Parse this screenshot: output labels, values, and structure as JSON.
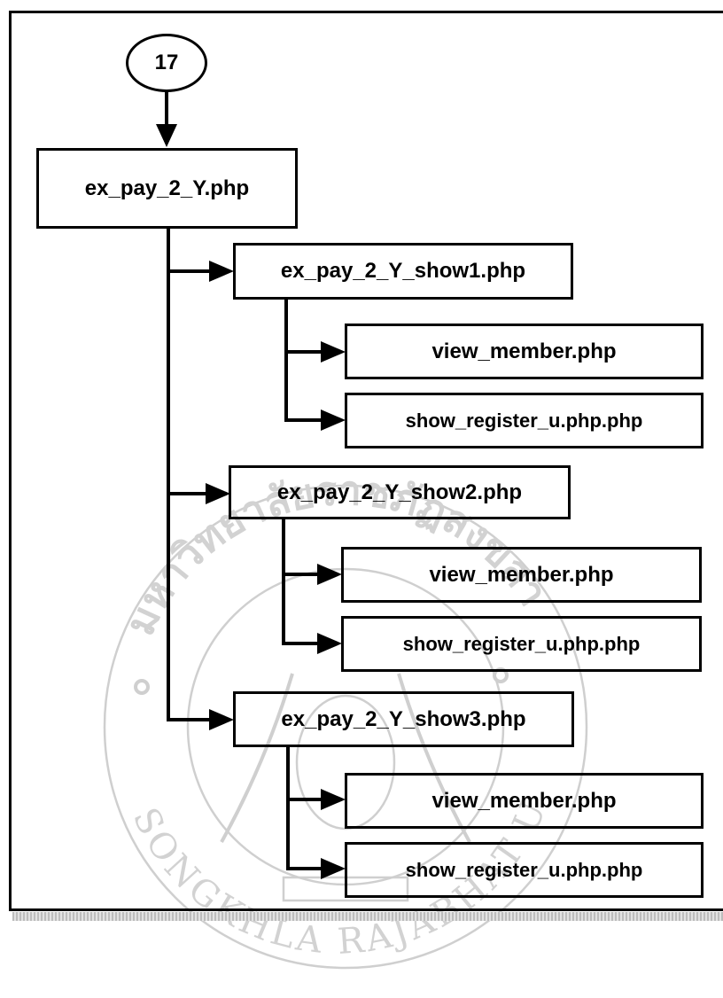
{
  "connector_label": "17",
  "root": {
    "label": "ex_pay_2_Y.php"
  },
  "groups": [
    {
      "label": "ex_pay_2_Y_show1.php",
      "children": [
        {
          "label": "view_member.php"
        },
        {
          "label": "show_register_u.php.php"
        }
      ]
    },
    {
      "label": "ex_pay_2_Y_show2.php",
      "children": [
        {
          "label": "view_member.php"
        },
        {
          "label": "show_register_u.php.php"
        }
      ]
    },
    {
      "label": "ex_pay_2_Y_show3.php",
      "children": [
        {
          "label": "view_member.php"
        },
        {
          "label": "show_register_u.php.php"
        }
      ]
    }
  ],
  "watermark": {
    "top_text": "มหาวิทยาลัยราชภัฏสงขลา",
    "bottom_text": "SONGKHLA RAJABHAT UNIVERSITY"
  }
}
